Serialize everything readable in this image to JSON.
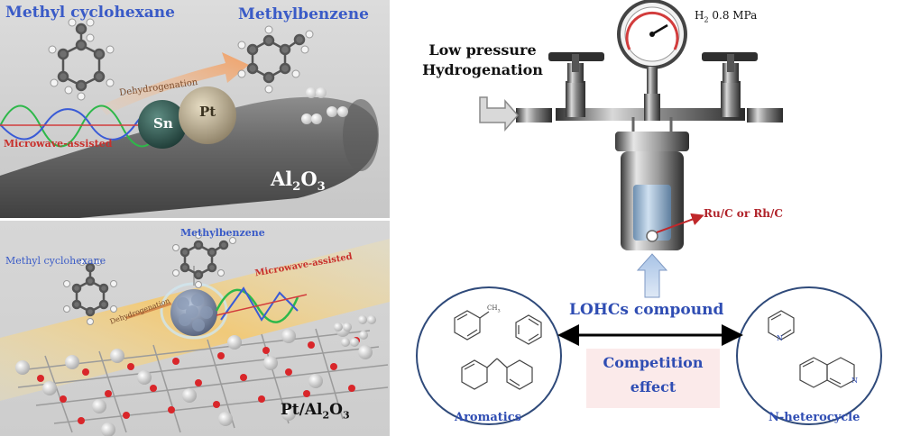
{
  "top_left": {
    "reactant": "Methyl cyclohexane",
    "product": "Methylbenzene",
    "process": "Dehydrogenation",
    "metal_1": "Sn",
    "metal_2": "Pt",
    "assist": "Microwave-assisted",
    "support_main": "Al",
    "support_sub1": "2",
    "support_mid": "O",
    "support_sub2": "3"
  },
  "bottom_left": {
    "reactant": "Methyl cyclohexane",
    "product": "Methylbenzene",
    "process": "Dehydrogenation",
    "assist": "Microwave-assisted",
    "catalyst_main": "Pt/Al",
    "catalyst_sub1": "2",
    "catalyst_mid": "O",
    "catalyst_sub2": "3"
  },
  "right": {
    "pressure_h": "H",
    "pressure_sub": "2",
    "pressure_value": " 0.8 MPa",
    "process_line1": "Low pressure",
    "process_line2": "Hydrogenation",
    "catalyst": "Ru/C or Rh/C",
    "compound": "LOHCs compound",
    "competition_line1": "Competition",
    "competition_line2": "effect",
    "group_left": "Aromatics",
    "group_right": "N-heterocycle",
    "ch3_label": "CH",
    "ch3_sub": "3",
    "n_label": "N"
  }
}
